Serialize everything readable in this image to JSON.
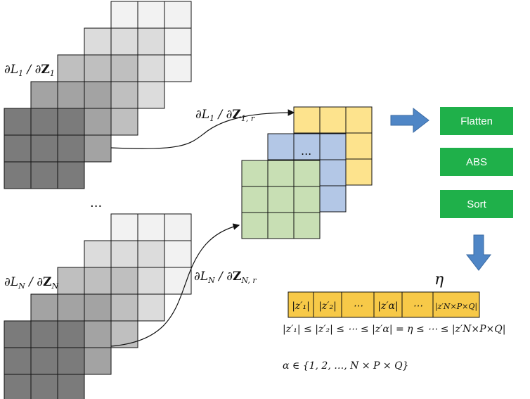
{
  "labels": {
    "grad_1": "∂L",
    "grad_1_sub": "1",
    "grad_1_slash": " / ∂",
    "grad_1_Z": "Z",
    "grad_1_Zsub": "1",
    "grad_1r": "∂L",
    "grad_1r_sub": "1",
    "grad_1r_slash": " / ∂",
    "grad_1r_Z": "Z",
    "grad_1r_Zsub": "1, r",
    "grad_N": "∂L",
    "grad_N_sub": "N",
    "grad_N_slash": " / ∂",
    "grad_N_Z": "Z",
    "grad_N_Zsub": "N",
    "grad_Nr": "∂L",
    "grad_Nr_sub": "N",
    "grad_Nr_slash": " / ∂",
    "grad_Nr_Z": "Z",
    "grad_Nr_Zsub": "N, r",
    "ellipsis_left": "...",
    "ellipsis_center": "...",
    "eta": "η"
  },
  "buttons": {
    "flatten": "Flatten",
    "abs": "ABS",
    "sort": "Sort"
  },
  "sorted_vector": {
    "cells": [
      "|z′₁|",
      "|z′₂|",
      "⋯",
      "|z′α|",
      "⋯",
      "|z′N×P×Q|"
    ]
  },
  "formulas": {
    "inequality": "|z′₁| ≤ |z′₂| ≤ ⋯ ≤ |z′α| = η ≤ ⋯ ≤ |z′N×P×Q|",
    "alpha_set": "α ∈ {1, 2, …, N × P × Q}"
  },
  "colors": {
    "button_green": "#1fb04a",
    "arrow_blue": "#4f86c6",
    "yellow": "#fde38d",
    "blue": "#b3c7e6",
    "green": "#c8dfb4",
    "vector_fill": "#f7c948"
  }
}
